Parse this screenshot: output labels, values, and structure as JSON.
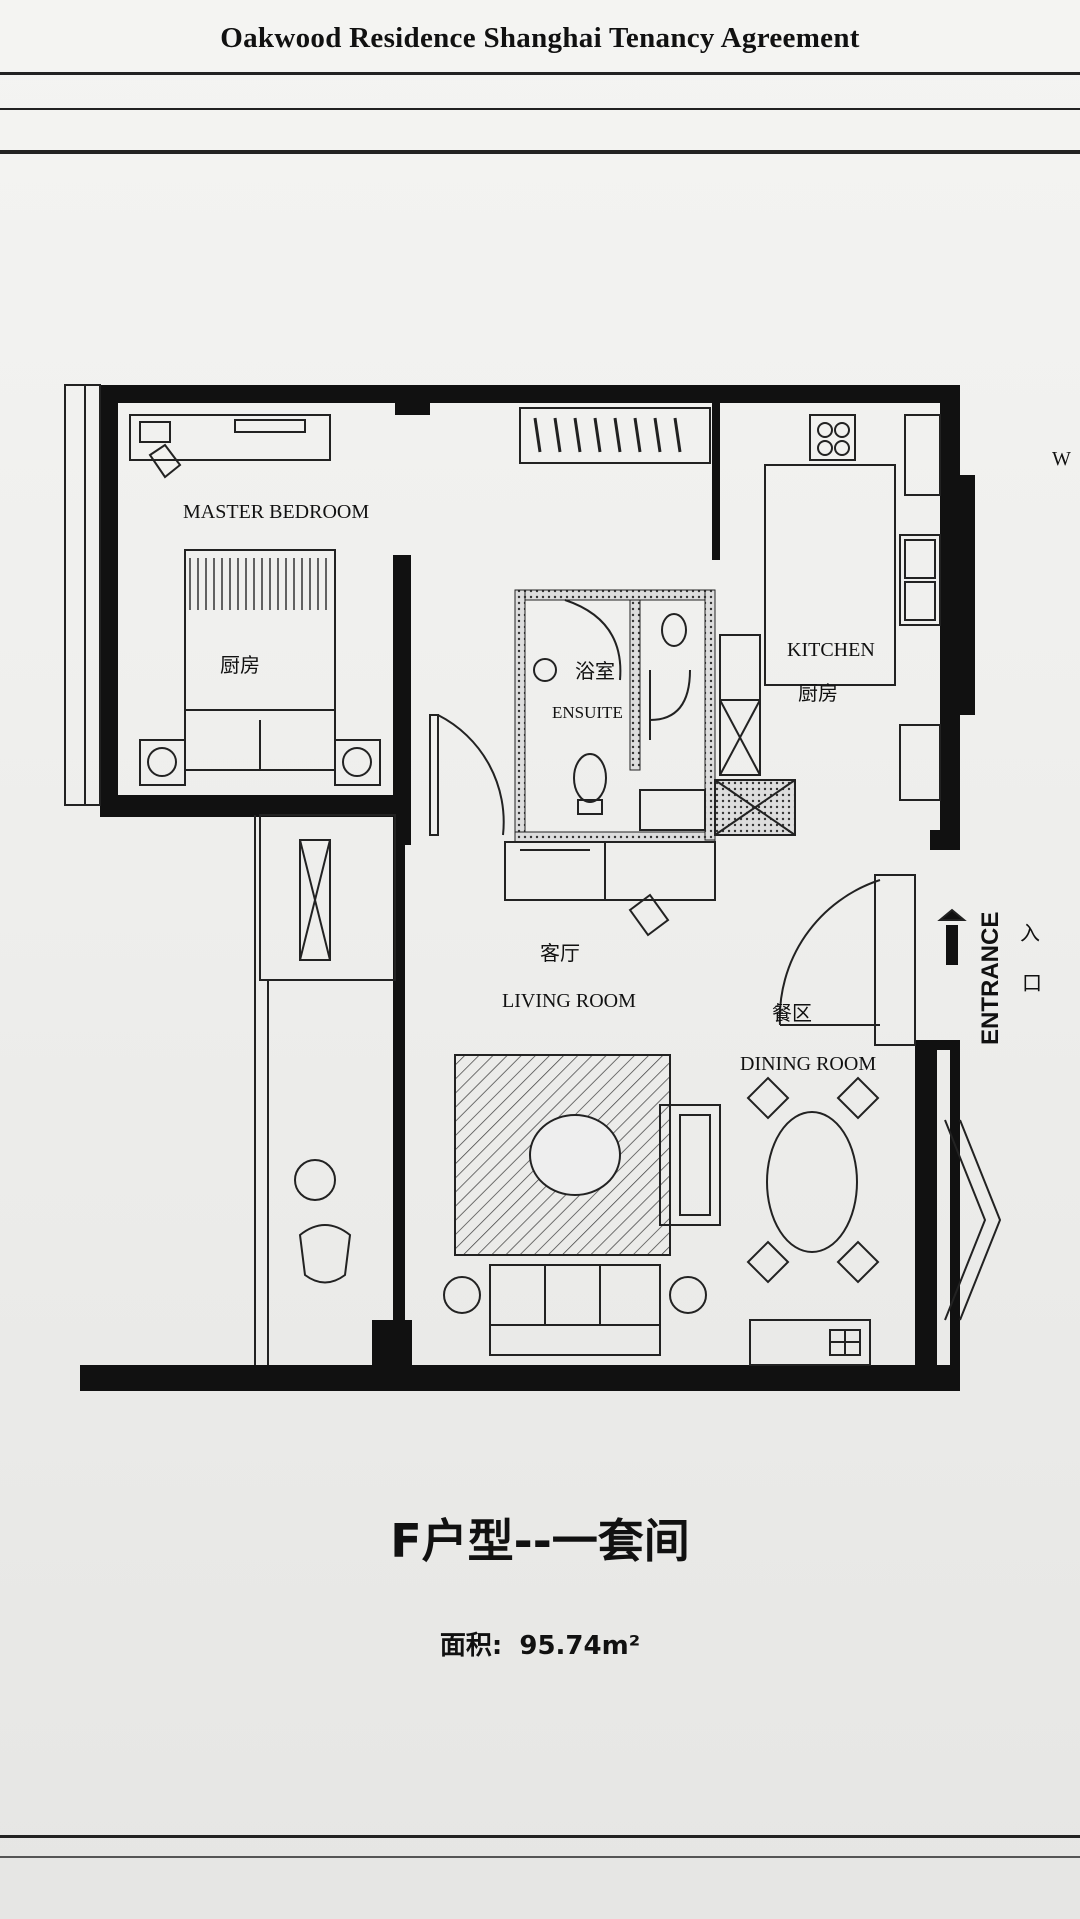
{
  "document": {
    "title": "Oakwood Residence Shanghai Tenancy Agreement",
    "unit_title": "F户型--一套间",
    "area_label": "面积:",
    "area_value": "95.74m²"
  },
  "rooms": {
    "master_bedroom_en": "MASTER BEDROOM",
    "master_bedroom_cn": "厨房",
    "ensuite_cn": "浴室",
    "ensuite_en": "ENSUITE",
    "kitchen_en": "KITCHEN",
    "kitchen_cn": "厨房",
    "living_cn": "客厅",
    "living_en": "LIVING ROOM",
    "dining_cn": "餐区",
    "dining_en": "DINING ROOM",
    "entrance_en": "ENTRANCE",
    "entrance_cn_1": "入",
    "entrance_cn_2": "口",
    "edge_text": "W"
  }
}
